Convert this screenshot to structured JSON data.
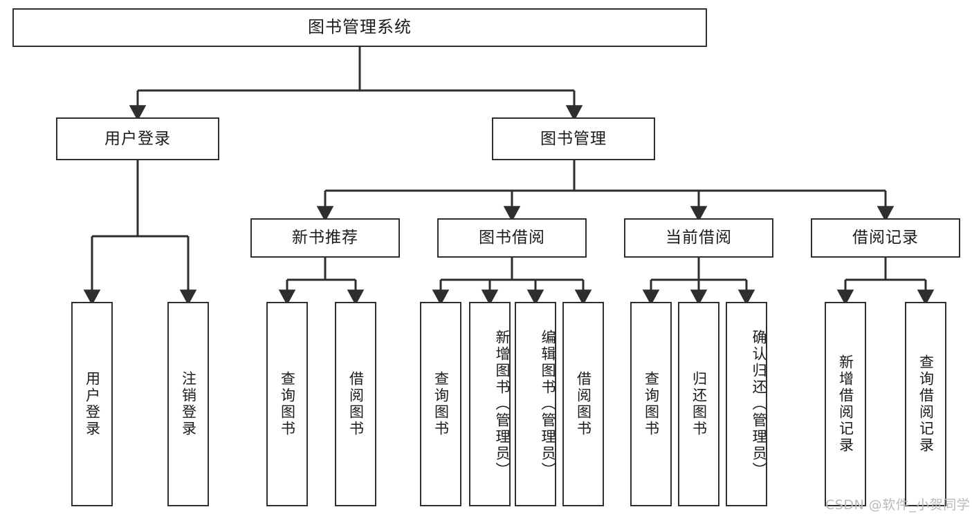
{
  "diagram": {
    "title": "图书管理系统",
    "type": "tree-hierarchy",
    "root": {
      "label": "图书管理系统"
    },
    "level1": [
      {
        "label": "用户登录"
      },
      {
        "label": "图书管理"
      }
    ],
    "level2": [
      {
        "label": "新书推荐"
      },
      {
        "label": "图书借阅"
      },
      {
        "label": "当前借阅"
      },
      {
        "label": "借阅记录"
      }
    ],
    "leaves": {
      "user_login": [
        {
          "label": "用户登录"
        },
        {
          "label": "注销登录"
        }
      ],
      "new_book_recommend": [
        {
          "label": "查询图书"
        },
        {
          "label": "借阅图书"
        }
      ],
      "book_borrow": [
        {
          "label": "查询图书"
        },
        {
          "label": "新增图书（管理员）"
        },
        {
          "label": "编辑图书（管理员）"
        },
        {
          "label": "借阅图书"
        }
      ],
      "current_borrow": [
        {
          "label": "查询图书"
        },
        {
          "label": "归还图书"
        },
        {
          "label": "确认归还（管理员）"
        }
      ],
      "borrow_record": [
        {
          "label": "新增借阅记录"
        },
        {
          "label": "查询借阅记录"
        }
      ]
    }
  },
  "watermark": {
    "text": "CSDN @软件_小贺同学"
  },
  "colors": {
    "stroke": "#2e2e2e",
    "fill": "#ffffff",
    "text": "#1b1b1b",
    "watermark": "#b9b9b9"
  }
}
